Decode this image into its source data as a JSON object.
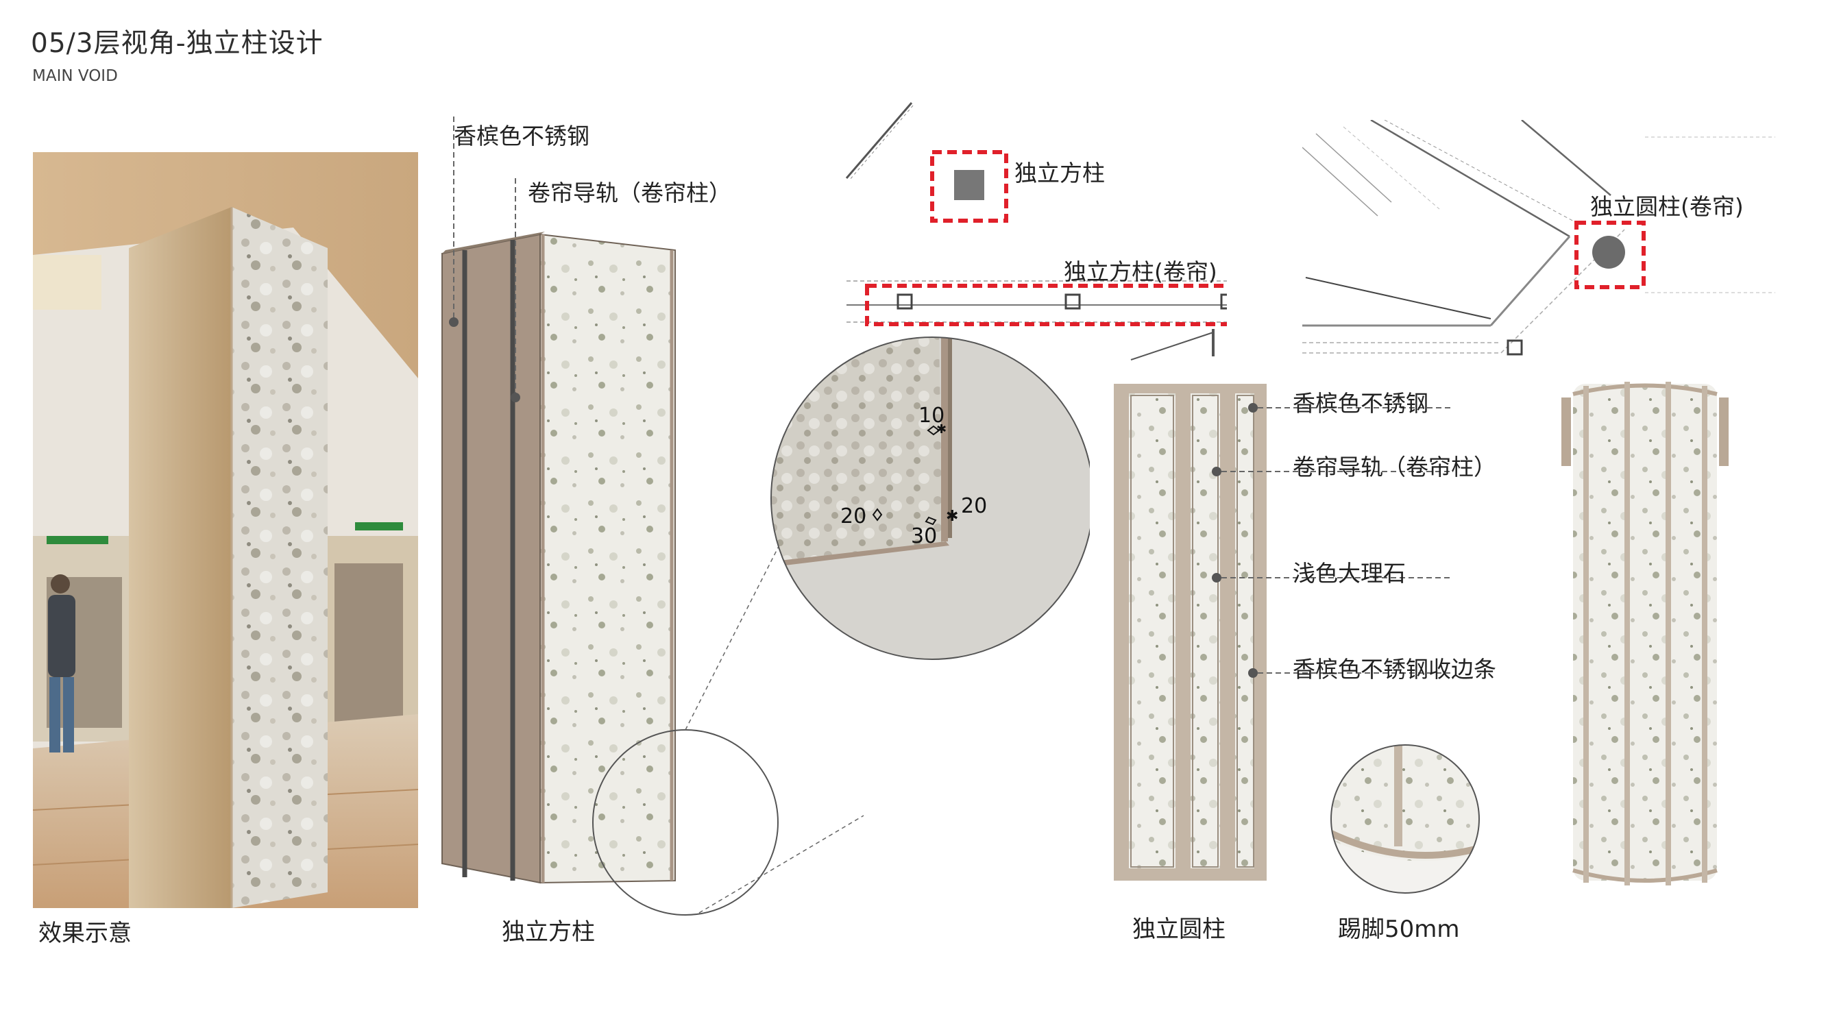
{
  "header": {
    "title": "05/3层视角-独立柱设计",
    "subtitle": "MAIN VOID"
  },
  "render": {
    "caption": "效果示意"
  },
  "square_column": {
    "caption": "独立方柱",
    "label_finish": "香槟色不锈钢",
    "label_rail": "卷帘导轨（卷帘柱）"
  },
  "detail": {
    "dim_10": "10",
    "dim_20_left": "20",
    "dim_30": "30",
    "dim_20_right": "20"
  },
  "plan_left": {
    "label_square": "独立方柱",
    "label_square_shutter": "独立方柱(卷帘)"
  },
  "plan_right": {
    "label_round_shutter": "独立圆柱(卷帘)"
  },
  "round_column": {
    "caption": "独立圆柱",
    "label_finish": "香槟色不锈钢",
    "label_rail": "卷帘导轨（卷帘柱）",
    "label_marble": "浅色大理石",
    "label_trim": "香槟色不锈钢收边条"
  },
  "skirting": {
    "caption": "踢脚50mm"
  },
  "colors": {
    "champagne": "#a89585",
    "marble": "#ebe8e0",
    "highlight": "#e0202a"
  }
}
